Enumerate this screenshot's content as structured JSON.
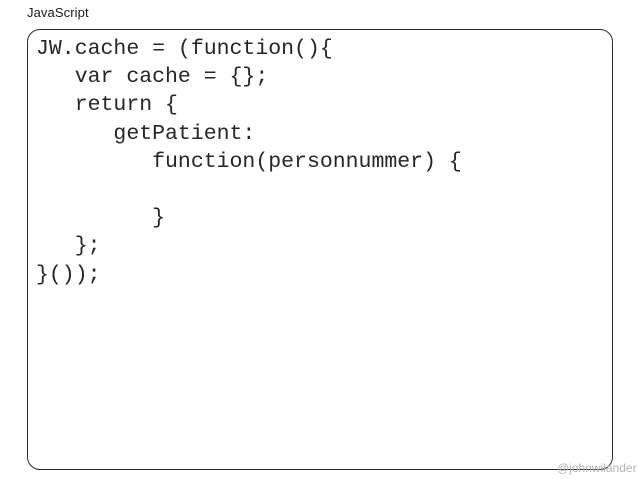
{
  "slide": {
    "language_label": "JavaScript",
    "background_color": "#ffffff",
    "border_color": "#2b2b2b",
    "code_color": "#262626",
    "watermark": "@johnwilander",
    "watermark_color": "#b4b4b4"
  },
  "code": {
    "language": "JavaScript",
    "lines": [
      "JW.cache = (function(){",
      "   var cache = {};",
      "   return {",
      "      getPatient:",
      "         function(personnummer) {",
      "",
      "         }",
      "   };",
      "}());"
    ]
  }
}
